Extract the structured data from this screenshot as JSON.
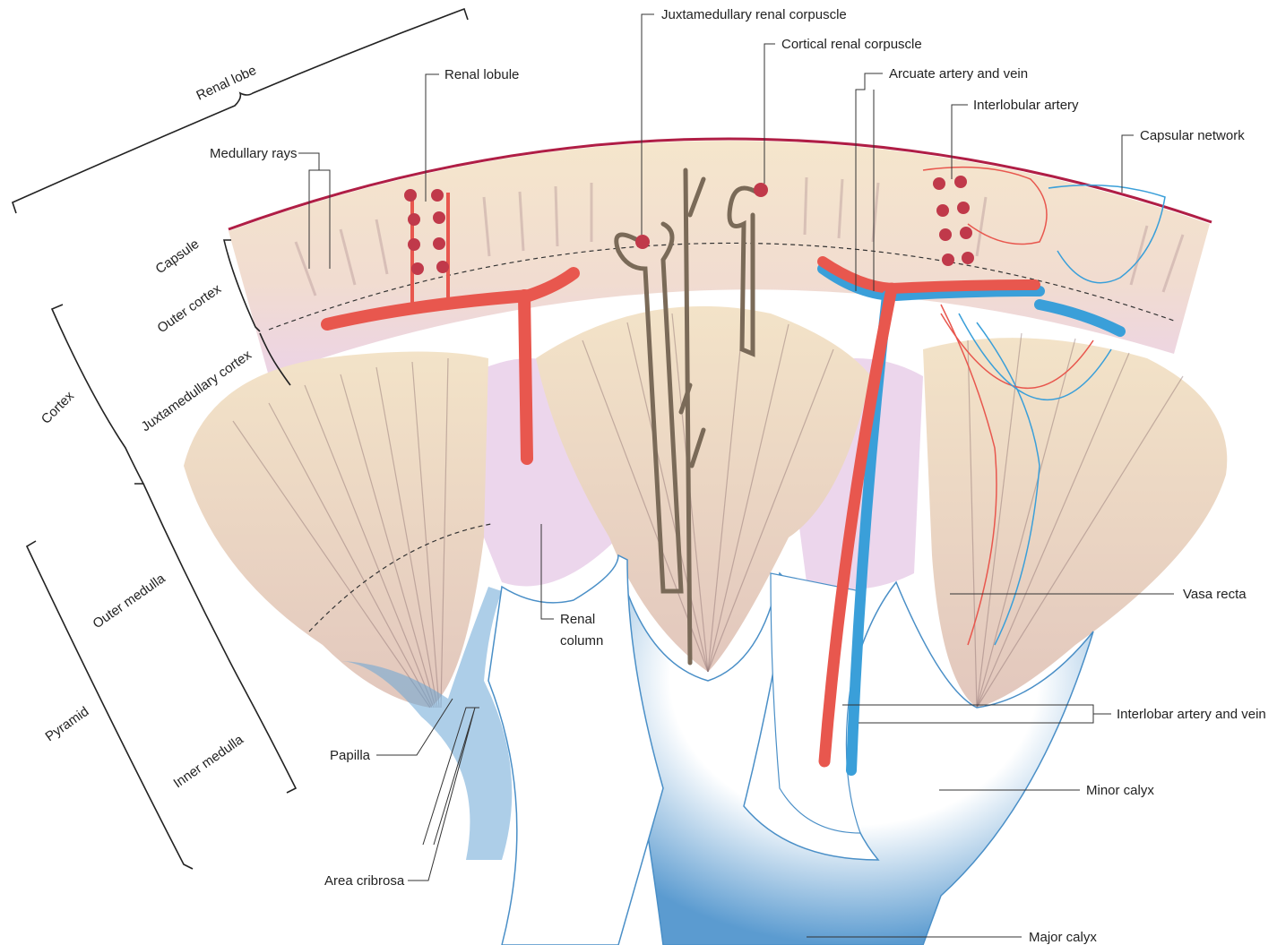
{
  "labels": {
    "renal_lobe": "Renal lobe",
    "medullary_rays": "Medullary rays",
    "renal_lobule": "Renal lobule",
    "capsule": "Capsule",
    "outer_cortex": "Outer cortex",
    "juxtamedullary_cortex": "Juxtamedullary cortex",
    "cortex": "Cortex",
    "outer_medulla": "Outer medulla",
    "pyramid": "Pyramid",
    "inner_medulla": "Inner medulla",
    "papilla": "Papilla",
    "area_cribrosa": "Area cribrosa",
    "renal_column_1": "Renal",
    "renal_column_2": "column",
    "juxtamedullary_renal_corpuscle": "Juxtamedullary renal corpuscle",
    "cortical_renal_corpuscle": "Cortical renal corpuscle",
    "arcuate_artery_and_vein": "Arcuate artery and vein",
    "interlobular_artery": "Interlobular artery",
    "capsular_network": "Capsular network",
    "vasa_recta": "Vasa recta",
    "interlobar_artery_and_vein": "Interlobar artery and vein",
    "minor_calyx": "Minor calyx",
    "major_calyx": "Major calyx"
  },
  "colors": {
    "cortex": "#f3e3c9",
    "cortex_inner": "#ecd8e6",
    "pyramid": "#efd9c4",
    "column": "#ead3e8",
    "capsule": "#b01e45",
    "artery": "#e8574e",
    "vein": "#3a9fd9",
    "calyx": "#4a8fc7",
    "nephron": "#7a6a58"
  }
}
